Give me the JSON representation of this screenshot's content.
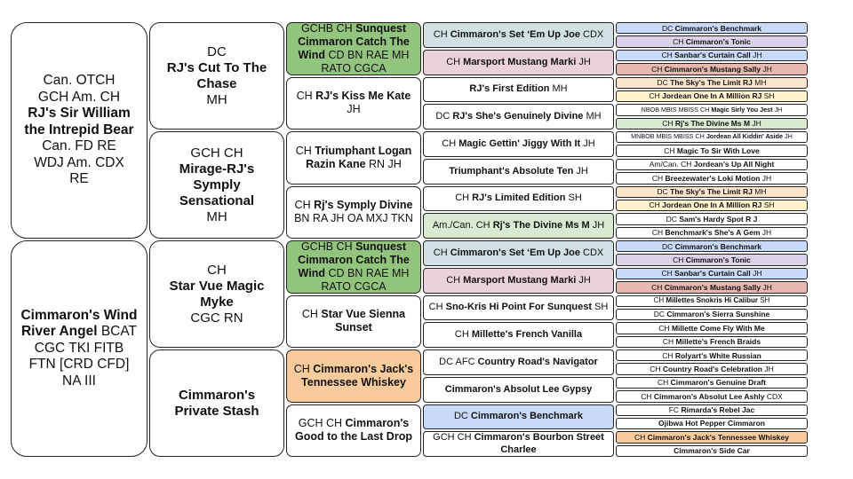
{
  "colors": {
    "green": "#93c47d",
    "orange": "#f9cb9c",
    "blue": "#c9daf8",
    "lavender": "#d9d2e9",
    "pink": "#ead1dc",
    "teal": "#d0e0e3",
    "mint": "#d9ead3",
    "rose": "#e6b8af",
    "peach": "#fce5cd",
    "yellow": "#fff2cc",
    "white": "#ffffff"
  },
  "gen1": [
    {
      "pre": "Can. OTCH\nGCH Am. CH",
      "name": "RJ's Sir William the Intrepid Bear",
      "post": "Can. FD RE\nWDJ Am. CDX\nRE"
    },
    {
      "pre": "",
      "name": "Cimmaron's Wind River Angel",
      "post": " BCAT\nCGC TKI FITB\nFTN [CRD CFD]\nNA III"
    }
  ],
  "gen2": [
    {
      "pre": "DC",
      "name": "RJ's Cut To The Chase",
      "post": "MH"
    },
    {
      "pre": "GCH CH",
      "name": "Mirage-RJ's Symply Sensational",
      "post": "MH"
    },
    {
      "pre": "CH ",
      "name": "Star Vue Magic Myke",
      "post": "CGC RN"
    },
    {
      "pre": "",
      "name": "Cimmaron's Private Stash",
      "post": ""
    }
  ],
  "gen3": [
    {
      "pre": "GCHB CH ",
      "name": "Sunquest Cimmaron Catch The Wind",
      "post": " CD BN RAE MH RATO CGCA",
      "color": "green"
    },
    {
      "pre": "CH ",
      "name": "RJ's Kiss Me Kate",
      "post": " JH",
      "color": "white"
    },
    {
      "pre": "CH ",
      "name": "Triumphant Logan Razin Kane",
      "post": " RN JH",
      "color": "white"
    },
    {
      "pre": "CH ",
      "name": "Rj's Symply Divine",
      "post": " BN RA JH OA MXJ TKN",
      "color": "white"
    },
    {
      "pre": "GCHB CH ",
      "name": "Sunquest Cimmaron Catch The Wind",
      "post": " CD BN RAE MH RATO CGCA",
      "color": "green"
    },
    {
      "pre": "CH ",
      "name": "Star Vue Sienna Sunset",
      "post": "",
      "color": "white"
    },
    {
      "pre": "CH ",
      "name": "Cimmaron's Jack's Tennessee Whiskey",
      "post": "",
      "color": "orange"
    },
    {
      "pre": "GCH CH ",
      "name": "Cimmaron's Good to the Last Drop",
      "post": "",
      "color": "white"
    }
  ],
  "gen4": [
    {
      "pre": "CH ",
      "name": "Cimmaron's Set ‘Em Up Joe",
      "post": " CDX",
      "color": "teal"
    },
    {
      "pre": "CH ",
      "name": "Marsport Mustang Marki",
      "post": " JH",
      "color": "pink"
    },
    {
      "pre": "",
      "name": "RJ's First Edition",
      "post": " MH",
      "color": "white"
    },
    {
      "pre": "DC ",
      "name": "RJ's She's Genuinely Divine",
      "post": " MH",
      "color": "white"
    },
    {
      "pre": "CH ",
      "name": "Magic Gettin' Jiggy With It",
      "post": " JH",
      "color": "white"
    },
    {
      "pre": "",
      "name": "Triumphant's Absolute Ten",
      "post": " JH",
      "color": "white"
    },
    {
      "pre": "CH ",
      "name": "RJ's Limited Edition",
      "post": " SH",
      "color": "white"
    },
    {
      "pre": "Am./Can. CH ",
      "name": "Rj's The Divine Ms M",
      "post": " JH",
      "color": "mint"
    },
    {
      "pre": "CH ",
      "name": "Cimmaron's Set ‘Em Up Joe",
      "post": " CDX",
      "color": "teal"
    },
    {
      "pre": "CH ",
      "name": "Marsport Mustang Marki",
      "post": " JH",
      "color": "pink"
    },
    {
      "pre": "CH ",
      "name": "Sno-Kris Hi Point For Sunquest",
      "post": " SH",
      "color": "white"
    },
    {
      "pre": "CH ",
      "name": "Millette's French Vanilla",
      "post": "",
      "color": "white"
    },
    {
      "pre": "DC AFC ",
      "name": "Country Road's Navigator",
      "post": "",
      "color": "white"
    },
    {
      "pre": "",
      "name": "Cimmaron's Absolut Lee Gypsy",
      "post": "",
      "color": "white"
    },
    {
      "pre": "DC ",
      "name": "Cimmaron's Benchmark",
      "post": "",
      "color": "blue"
    },
    {
      "pre": "GCH CH ",
      "name": "Cimmaron's Bourbon Street Charlee",
      "post": "",
      "color": "white"
    }
  ],
  "gen5": [
    {
      "pre": "DC ",
      "name": "Cimmaron's Benchmark",
      "post": "",
      "color": "blue",
      "size": ""
    },
    {
      "pre": "CH ",
      "name": "Cimmaron's Tonic",
      "post": "",
      "color": "lavender",
      "size": ""
    },
    {
      "pre": "CH ",
      "name": "Sanbar's Curtain Call",
      "post": " JH",
      "color": "blue",
      "size": ""
    },
    {
      "pre": "CH ",
      "name": "Cimmaron's Mustang Sally",
      "post": " JH",
      "color": "rose",
      "size": ""
    },
    {
      "pre": "DC ",
      "name": "The Sky's The Limit RJ",
      "post": " MH",
      "color": "peach",
      "size": ""
    },
    {
      "pre": "CH ",
      "name": "Jordean One In A Million RJ",
      "post": " SH",
      "color": "yellow",
      "size": ""
    },
    {
      "pre": "NBOB MBIS MBISS CH ",
      "name": "Magic Sirly You Jest",
      "post": " JH",
      "color": "white",
      "size": "tiny"
    },
    {
      "pre": "CH ",
      "name": "Rj's The Divine Ms M",
      "post": " JH",
      "color": "mint",
      "size": ""
    },
    {
      "pre": "MNBOB MBIS MBISS CH ",
      "name": "Jordean All Kiddin' Aside",
      "post": " JH",
      "color": "white",
      "size": "tiny"
    },
    {
      "pre": "CH ",
      "name": "Magic To Sir With Love",
      "post": "",
      "color": "white",
      "size": ""
    },
    {
      "pre": "Am/Can. CH ",
      "name": "Jordean's Up All Night",
      "post": "",
      "color": "white",
      "size": ""
    },
    {
      "pre": "CH ",
      "name": "Breezewater's Loki Motion",
      "post": " JH",
      "color": "white",
      "size": ""
    },
    {
      "pre": "DC ",
      "name": "The Sky's The Limit RJ",
      "post": " MH",
      "color": "peach",
      "size": ""
    },
    {
      "pre": "CH ",
      "name": "Jordean One In A Million RJ",
      "post": " SH",
      "color": "yellow",
      "size": ""
    },
    {
      "pre": "DC ",
      "name": "Sam's Hardy Spot R J",
      "post": "",
      "color": "white",
      "size": ""
    },
    {
      "pre": "CH ",
      "name": "Benchmark's She's A Gem",
      "post": " JH",
      "color": "white",
      "size": ""
    },
    {
      "pre": "DC ",
      "name": "Cimmaron's Benchmark",
      "post": "",
      "color": "blue",
      "size": ""
    },
    {
      "pre": "CH ",
      "name": "Cimmaron's Tonic",
      "post": "",
      "color": "lavender",
      "size": ""
    },
    {
      "pre": "CH ",
      "name": "Sanbar's Curtain Call",
      "post": " JH",
      "color": "blue",
      "size": ""
    },
    {
      "pre": "CH ",
      "name": "Cimmaron's Mustang Sally",
      "post": " JH",
      "color": "rose",
      "size": ""
    },
    {
      "pre": "CH ",
      "name": "Millettes Snokris Hi Calibur",
      "post": " SH",
      "color": "white",
      "size": "small"
    },
    {
      "pre": "DC ",
      "name": "Cimmaron's Sierra Sunshine",
      "post": "",
      "color": "white",
      "size": ""
    },
    {
      "pre": "CH ",
      "name": "Millette Come Fly With Me",
      "post": "",
      "color": "white",
      "size": ""
    },
    {
      "pre": "CH ",
      "name": "Millette's French Braids",
      "post": "",
      "color": "white",
      "size": ""
    },
    {
      "pre": "CH ",
      "name": "Rolyart's White Russian",
      "post": "",
      "color": "white",
      "size": ""
    },
    {
      "pre": "CH ",
      "name": "Country Road's Celebration",
      "post": " JH",
      "color": "white",
      "size": ""
    },
    {
      "pre": "CH ",
      "name": "Cimmaron's Genuine Draft",
      "post": "",
      "color": "white",
      "size": ""
    },
    {
      "pre": "CH ",
      "name": "Cimmaron's Absolut Lee Ashly",
      "post": " CDX",
      "color": "white",
      "size": ""
    },
    {
      "pre": "FC ",
      "name": "Rimarda's Rebel Jac",
      "post": "",
      "color": "white",
      "size": ""
    },
    {
      "pre": "",
      "name": "Ojibwa Hot Pepper Cimmaron",
      "post": "",
      "color": "white",
      "size": ""
    },
    {
      "pre": "CH ",
      "name": "Cimmaron's Jack's Tennessee Whiskey",
      "post": "",
      "color": "orange",
      "size": ""
    },
    {
      "pre": "",
      "name": "Cimmaron's Side Car",
      "post": "",
      "color": "white",
      "size": ""
    }
  ]
}
